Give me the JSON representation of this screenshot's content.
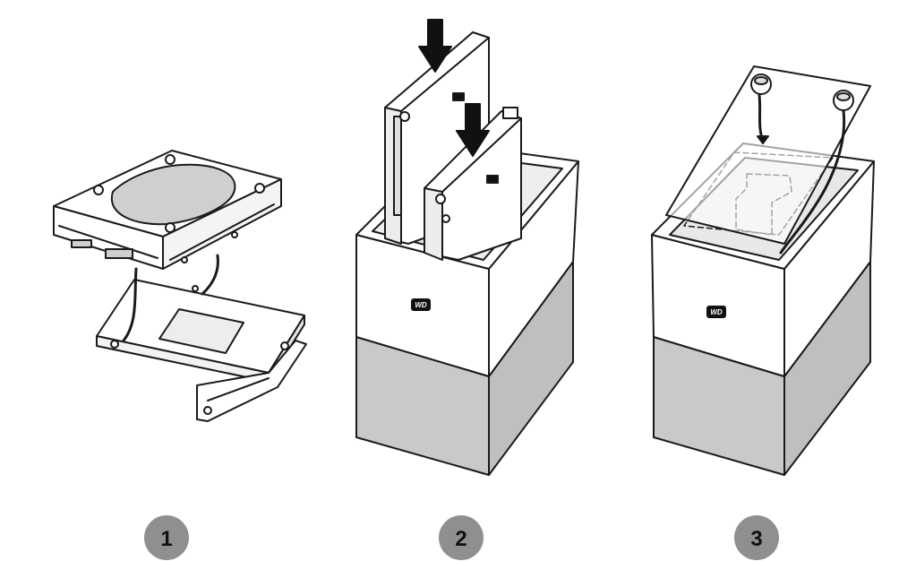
{
  "brand": {
    "logo_text": "WD"
  },
  "steps": [
    {
      "number": "1"
    },
    {
      "number": "2"
    },
    {
      "number": "3"
    }
  ],
  "colors": {
    "line": "#1a1a1a",
    "badge_fill": "#8f8f8f",
    "badge_text": "#111111",
    "enclosure_bottom": "#c9c9c9",
    "enclosure_top": "#ffffff",
    "label_panel": "#cfcfcf",
    "drive_panel": "#e6e6e6",
    "arrow": "#111111"
  }
}
